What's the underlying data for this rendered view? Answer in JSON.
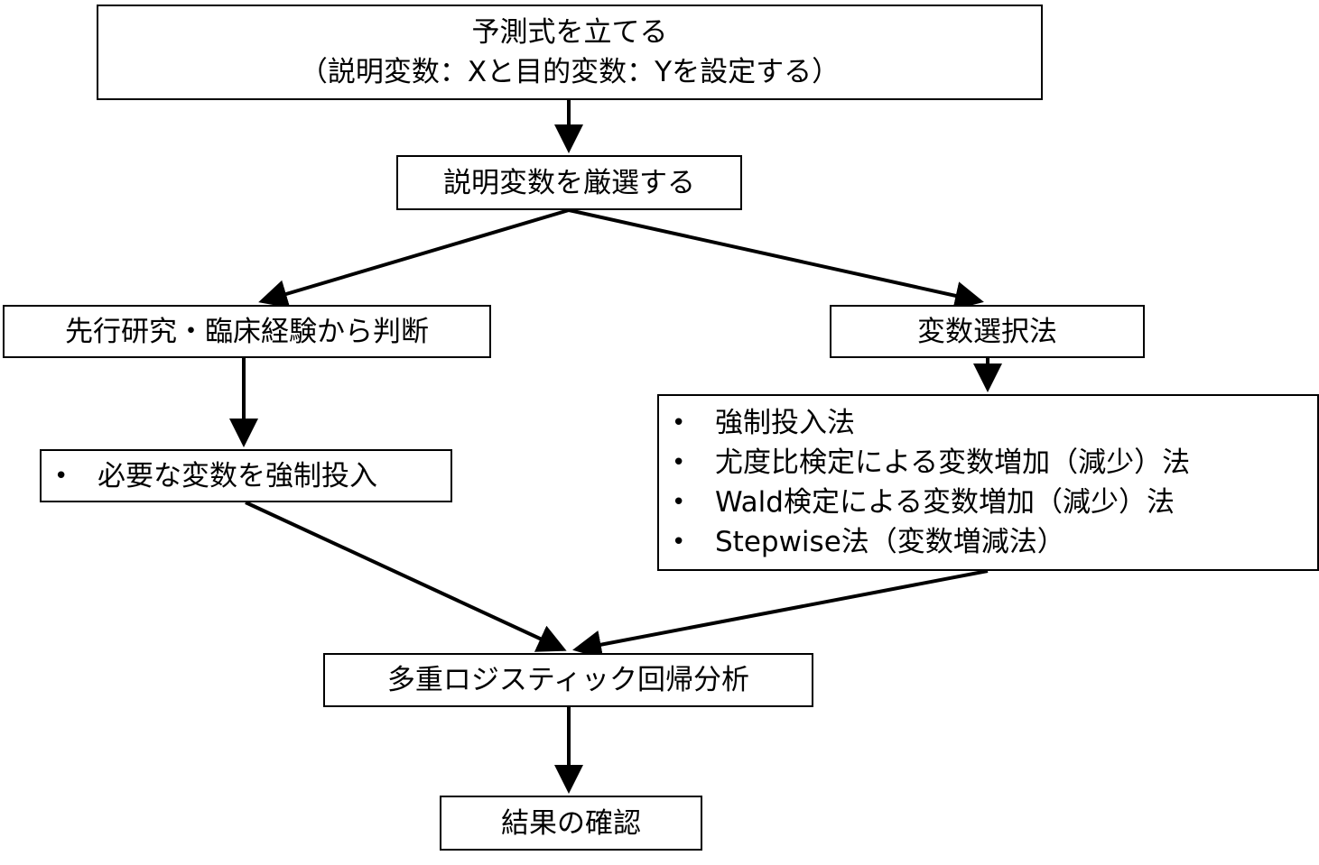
{
  "nodes": {
    "formula": {
      "line1": "予測式を立てる",
      "line2": "（説明変数：Xと目的変数：Yを設定する）"
    },
    "select": {
      "label": "説明変数を厳選する"
    },
    "prior": {
      "label": "先行研究・臨床経験から判断"
    },
    "method": {
      "label": "変数選択法"
    },
    "forced": {
      "items": [
        "必要な変数を強制投入"
      ]
    },
    "methods_list": {
      "items": [
        "強制投入法",
        "尤度比検定による変数増加（減少）法",
        "Wald検定による変数増加（減少）法",
        "Stepwise法（変数増減法）"
      ]
    },
    "analysis": {
      "label": "多重ロジスティック回帰分析"
    },
    "result": {
      "label": "結果の確認"
    }
  },
  "bullet": "•"
}
